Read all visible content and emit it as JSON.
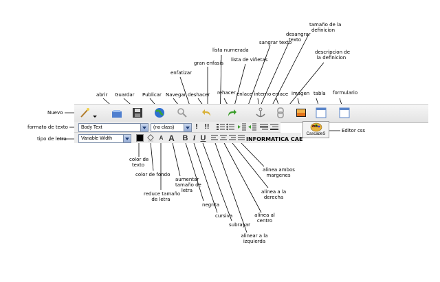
{
  "toolbar": {
    "brand": "INFORMATICA CAE",
    "format_select": "Body Text",
    "class_select": "(no class)",
    "font_select": "Variable Width",
    "css_button_label": "CascadeS"
  },
  "labels": {
    "nuevo": "Nuevo",
    "abrir": "abrir",
    "guardar": "Guardar",
    "publicar": "Publicar",
    "navegar": "Navegar",
    "deshacer": "deshacer",
    "rehacer": "rehacer",
    "enfatizar": "enfatizar",
    "gran_enfasis": "gran enfasis",
    "lista_numerada": "lista numerada",
    "lista_vinetas": "lista de viñetas",
    "sangrar": "sangrar texto",
    "desangrar_1": "desangrar",
    "desangrar_2": "texto",
    "enlace_interno": "enlace interno",
    "enlace": "enlace",
    "imagen": "imagen",
    "tabla": "tabla",
    "formulario": "formulario",
    "tam_def_1": "tamaño de la",
    "tam_def_2": "definicion",
    "desc_def_1": "descripcion de",
    "desc_def_2": "la definicion",
    "formato_texto": "formato de texto",
    "tipo_letra": "tipo de letra",
    "editor_css": "Editor css",
    "color_texto_1": "color de",
    "color_texto_2": "texto",
    "color_fondo": "color de fondo",
    "reduce_1": "reduce tamaño",
    "reduce_2": "de letra",
    "aumentar_1": "aumentar",
    "aumentar_2": "tamaño de",
    "aumentar_3": "letra",
    "negrita": "negrita",
    "cursiva": "cursiva",
    "subrayar": "subrayar",
    "alinear_izq_1": "alinear a la",
    "alinear_izq_2": "izquierda",
    "alinea_centro_1": "alinea al",
    "alinea_centro_2": "centro",
    "alinea_der_1": "alinea a la",
    "alinea_der_2": "derecha",
    "alinea_ambos_1": "alinea ambos",
    "alinea_ambos_2": "margenes"
  },
  "glyphs": {
    "emphasis": "!",
    "strong": "!!",
    "bold": "B",
    "italic": "I",
    "underline": "U",
    "font_small": "A",
    "font_large": "A",
    "css_badge": "css"
  },
  "colors": {
    "text_color_swatch": "#000000",
    "arrow_green": "#3a9d2a",
    "undo_yellow": "#d9b23a"
  }
}
